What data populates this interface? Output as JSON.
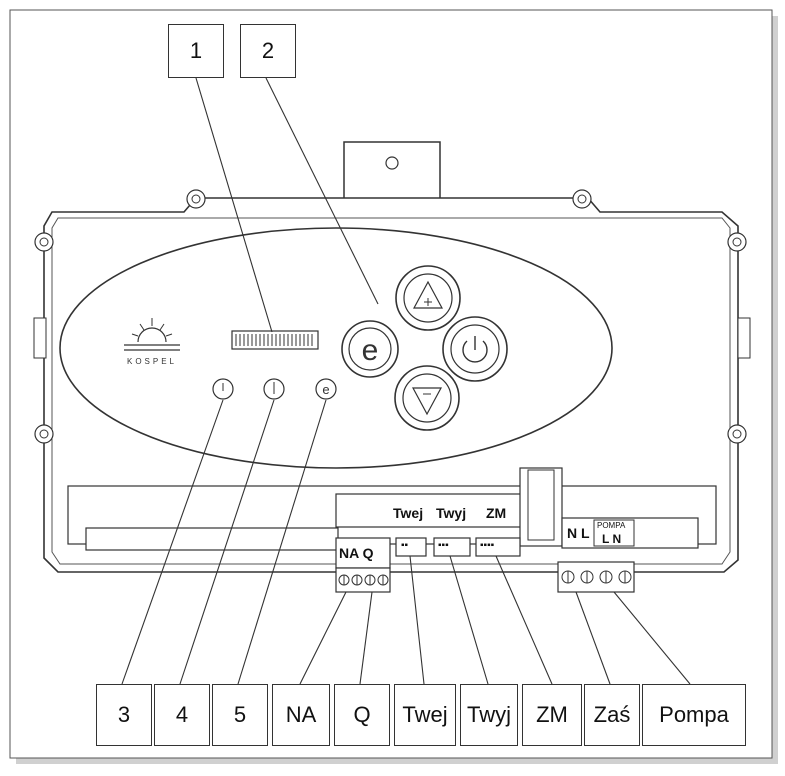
{
  "device": {
    "logo_text": "KOSPEL",
    "buttons": [
      {
        "name": "e-button",
        "glyph": "e"
      },
      {
        "name": "up-plus-button",
        "glyph": "+"
      },
      {
        "name": "power-button",
        "glyph": "power"
      },
      {
        "name": "down-minus-button",
        "glyph": "-"
      }
    ],
    "indicators": [
      "power-led-icon",
      "thermometer-led-icon",
      "e-led-icon"
    ],
    "terminal_block_labels": {
      "top_row": [
        "Twej",
        "Twyj",
        "ZM"
      ],
      "na_q": "NA Q",
      "twej_dots": "▪▪",
      "twyj_dots": "▪▪▪",
      "zm_dots": "▪▪▪▪",
      "power_nl": "N L",
      "pompa": "POMPA",
      "pompa_ln": "L  N"
    }
  },
  "callouts": {
    "top": [
      "1",
      "2"
    ],
    "bottom": [
      "3",
      "4",
      "5",
      "NA",
      "Q",
      "Twej",
      "Twyj",
      "ZM",
      "Zaś",
      "Pompa"
    ]
  },
  "colors": {
    "line": "#333333",
    "panel": "#ffffff",
    "shadow": "#bbbbbb"
  }
}
